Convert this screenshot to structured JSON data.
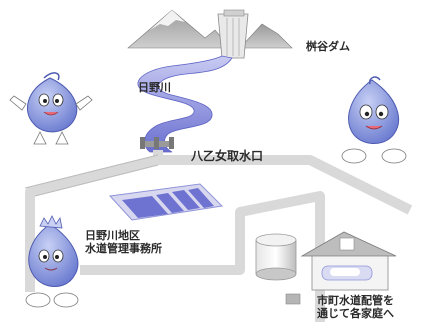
{
  "labels": {
    "dam": "桝谷ダム",
    "river": "日野川",
    "intake": "八乙女取水口",
    "office_line1": "日野川地区",
    "office_line2": "水道管理事務所",
    "homes_line1": "市町水道配管を",
    "homes_line2": "通じて各家庭へ"
  },
  "mascots": [
    {
      "name": "water-drop-mascot-waving"
    },
    {
      "name": "water-drop-mascot-crouching"
    },
    {
      "name": "water-drop-mascot-crowned"
    }
  ],
  "colors": {
    "river": "#7b7ed6",
    "river_light": "#c9cbf2",
    "pipe": "#d6d6d6",
    "mountain": "#8c8c8c",
    "basin": "#7b7ed6",
    "mascot_body": "#7f8fd8"
  }
}
